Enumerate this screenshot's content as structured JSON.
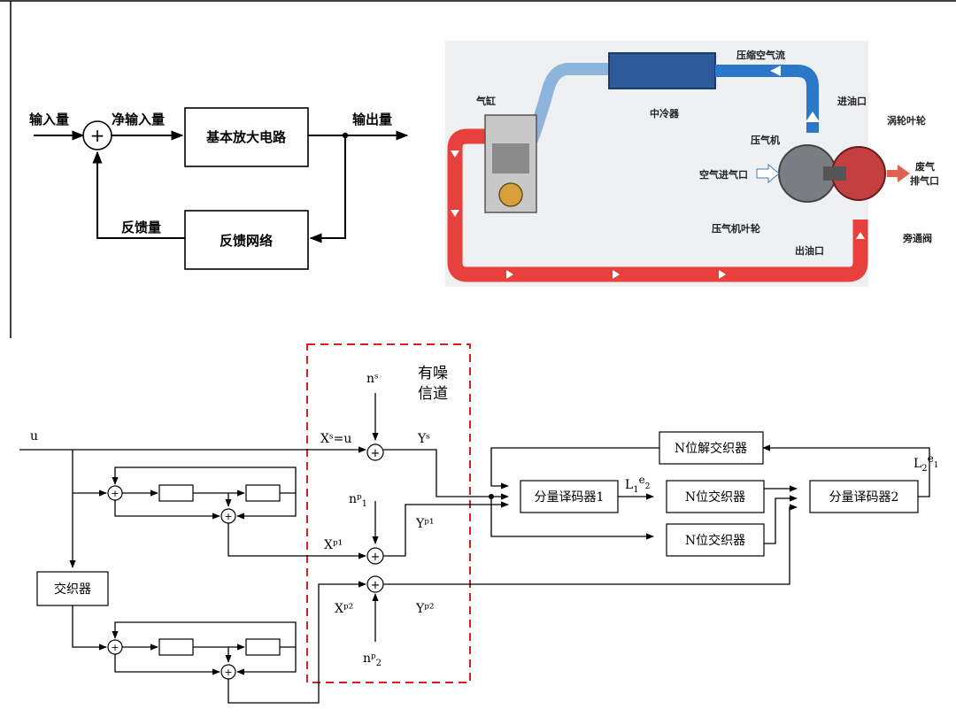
{
  "colors": {
    "frame": "#000000",
    "noisy_box": "#d42020",
    "hot_pipe": "#e8403c",
    "cool_pipe": "#8fb4dc",
    "intercooler": "#2e5a9a"
  },
  "feedback": {
    "input": "输入量",
    "net_input": "净输入量",
    "amplifier": "基本放大电路",
    "output": "输出量",
    "feedback_qty": "反馈量",
    "feedback_network": "反馈网络",
    "summer_symbol": "+"
  },
  "turbo": {
    "compressed_air": "压缩空气流",
    "cylinder": "气缸",
    "intercooler": "中冷器",
    "oil_inlet": "进油口",
    "turbine_wheel": "涡轮叶轮",
    "compressor": "压气机",
    "air_inlet": "空气进气口",
    "exhaust": "废气",
    "exhaust2": "排气口",
    "compressor_wheel": "压气机叶轮",
    "oil_outlet": "出油口",
    "bypass": "旁通阀"
  },
  "turbo_code": {
    "u": "u",
    "xs": "Xˢ=u",
    "ns": "nˢ",
    "noisy": "有噪",
    "channel": "信道",
    "ys": "Yˢ",
    "np1": "nᵖ",
    "np1_sub": "1",
    "xp1": "Xᵖ¹",
    "yp1": "Yᵖ¹",
    "xp2": "Xᵖ²",
    "yp2": "Yᵖ²",
    "np2": "nᵖ",
    "np2_sub": "2",
    "interleaver": "交织器",
    "decoder1": "分量译码器1",
    "decoder2": "分量译码器2",
    "n_interleaver_a": "N位交织器",
    "n_interleaver_b": "N位交织器",
    "n_deinterleaver": "N位解交织器",
    "l1": "L",
    "l1_sub": "1",
    "e2": "e",
    "e2_sub": "2",
    "l2": "L",
    "l2_sub": "2",
    "e1": "e",
    "e1_sub": "1",
    "plus": "+"
  }
}
